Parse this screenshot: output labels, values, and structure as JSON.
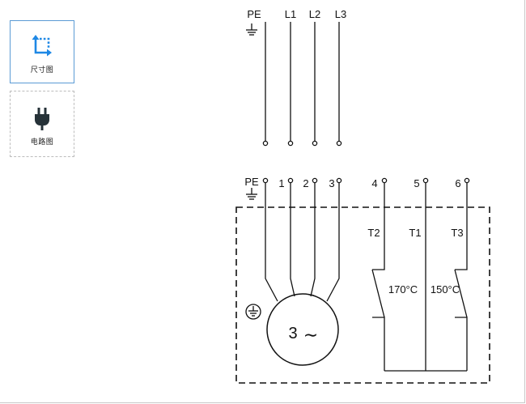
{
  "sidebar": {
    "buttons": [
      {
        "label": "尺寸图",
        "icon": "dimension-icon",
        "color": "#1e88e5"
      },
      {
        "label": "电路图",
        "icon": "plug-icon",
        "color": "#263238"
      }
    ]
  },
  "diagram": {
    "supply_labels": [
      "PE",
      "L1",
      "L2",
      "L3"
    ],
    "terminal_labels": [
      "PE",
      "1",
      "2",
      "3",
      "4",
      "5",
      "6"
    ],
    "sensor_labels": [
      "T2",
      "T1",
      "T3"
    ],
    "thermostat_labels": [
      "170°C",
      "150°C"
    ],
    "motor_label": "3",
    "motor_symbol": "∼"
  }
}
